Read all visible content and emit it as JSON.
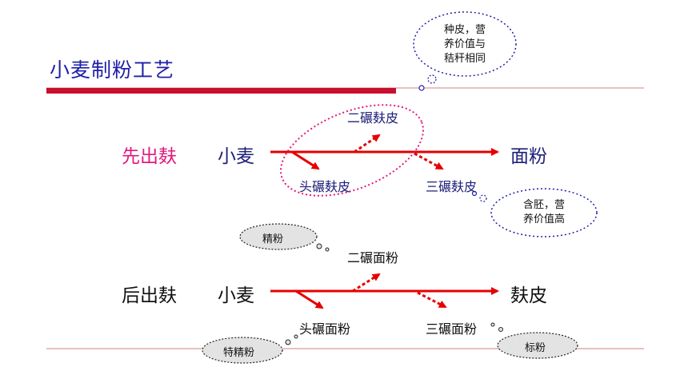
{
  "title": "小麦制粉工艺",
  "colors": {
    "title": "#1f1fa8",
    "accent_bar": "#c8102e",
    "arrow": "#e60000",
    "highlight": "#e3197d"
  },
  "upper": {
    "label": "先出麸",
    "input": "小麦",
    "output": "面粉",
    "branch_second": "二碾麸皮",
    "branch_first": "头碾麸皮",
    "branch_third": "三碾麸皮"
  },
  "lower": {
    "label": "后出麸",
    "input": "小麦",
    "output": "麸皮",
    "branch_second": "二碾面粉",
    "branch_first": "头碾面粉",
    "branch_third": "三碾面粉"
  },
  "callouts": {
    "seed_coat": [
      "种皮，营",
      "养价值与",
      "秸秆相同"
    ],
    "germ": [
      "含胚，营",
      "养价值高"
    ],
    "fine_flour": "精粉",
    "special_fine_flour": "特精粉",
    "standard_flour": "标粉"
  },
  "icons": {
    "arrow": "arrow-icon",
    "dashed_arrow": "dashed-arrow-icon"
  }
}
